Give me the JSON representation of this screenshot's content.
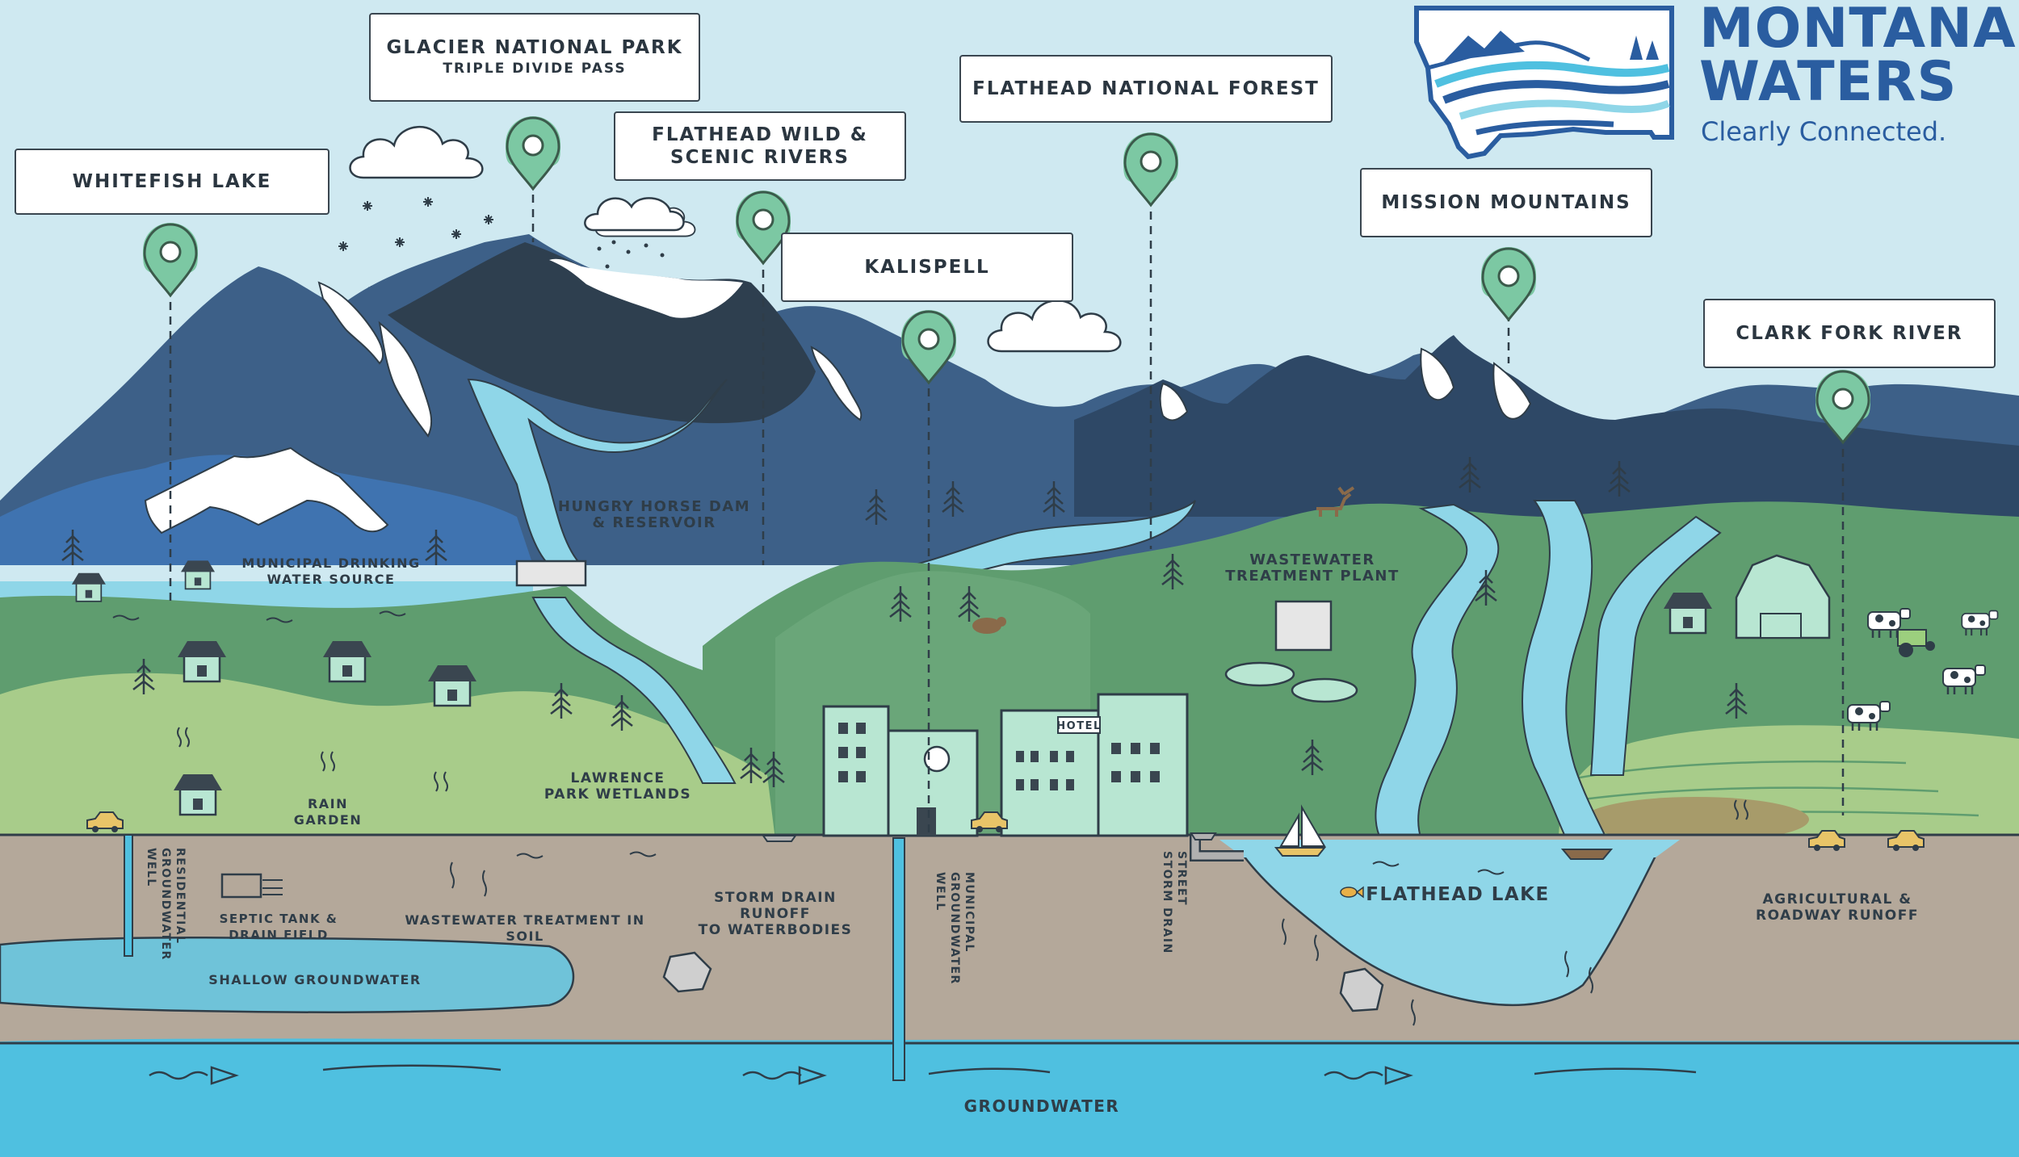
{
  "logo": {
    "line1": "MONTANA",
    "line2": "WATERS",
    "tagline": "Clearly Connected."
  },
  "callouts": {
    "whitefish": "WHITEFISH LAKE",
    "glacier": "GLACIER NATIONAL PARK",
    "glacier_sub": "TRIPLE DIVIDE PASS",
    "flathead_rivers_1": "FLATHEAD WILD &",
    "flathead_rivers_2": "SCENIC RIVERS",
    "kalispell": "KALISPELL",
    "forest": "FLATHEAD NATIONAL FOREST",
    "mission": "MISSION MOUNTAINS",
    "clark_fork": "CLARK FORK RIVER"
  },
  "labels": {
    "hungry_horse_1": "HUNGRY HORSE DAM",
    "hungry_horse_2": "& RESERVOIR",
    "municipal_water_1": "MUNICIPAL DRINKING",
    "municipal_water_2": "WATER SOURCE",
    "wastewater_plant_1": "WASTEWATER",
    "wastewater_plant_2": "TREATMENT PLANT",
    "rain_garden": "RAIN GARDEN",
    "lawrence_1": "LAWRENCE",
    "lawrence_2": "PARK WETLANDS",
    "hotel": "HOTEL",
    "septic_1": "SEPTIC TANK &",
    "septic_2": "DRAIN FIELD",
    "wastewater_soil": "WASTEWATER TREATMENT IN SOIL",
    "storm_runoff_1": "STORM DRAIN RUNOFF",
    "storm_runoff_2": "TO WATERBODIES",
    "flathead_lake": "FLATHEAD LAKE",
    "ag_runoff_1": "AGRICULTURAL &",
    "ag_runoff_2": "ROADWAY RUNOFF",
    "shallow_gw": "SHALLOW GROUNDWATER",
    "groundwater": "GROUNDWATER",
    "residential_well_1": "RESIDENTIAL",
    "residential_well_2": "GROUNDWATER",
    "residential_well_3": "WELL",
    "municipal_well_1": "MUNICIPAL",
    "municipal_well_2": "GROUNDWATER",
    "municipal_well_3": "WELL",
    "storm_drain_1": "STREET",
    "storm_drain_2": "STORM DRAIN"
  },
  "colors": {
    "sky": "#cfe9f1",
    "mountain_dark": "#2e3f4f",
    "mountain_blue": "#3d6088",
    "mountain_mid": "#3f5f84",
    "water": "#8fd6e8",
    "hill_green": "#5f9d6f",
    "field_light": "#a8cc8a",
    "soil": "#b4a89a",
    "groundwater": "#4fc0e0",
    "shallow_gw": "#6fc3d9",
    "pin": "#7cc8a3",
    "logo_blue": "#2a5da0"
  },
  "icons": [
    "location-pin-icon",
    "cloud-icon",
    "snowflake-icon",
    "tree-icon",
    "house-icon",
    "car-icon",
    "cow-icon",
    "moose-icon",
    "bear-icon",
    "sailboat-icon",
    "fish-icon",
    "tractor-icon",
    "montana-state-icon"
  ]
}
